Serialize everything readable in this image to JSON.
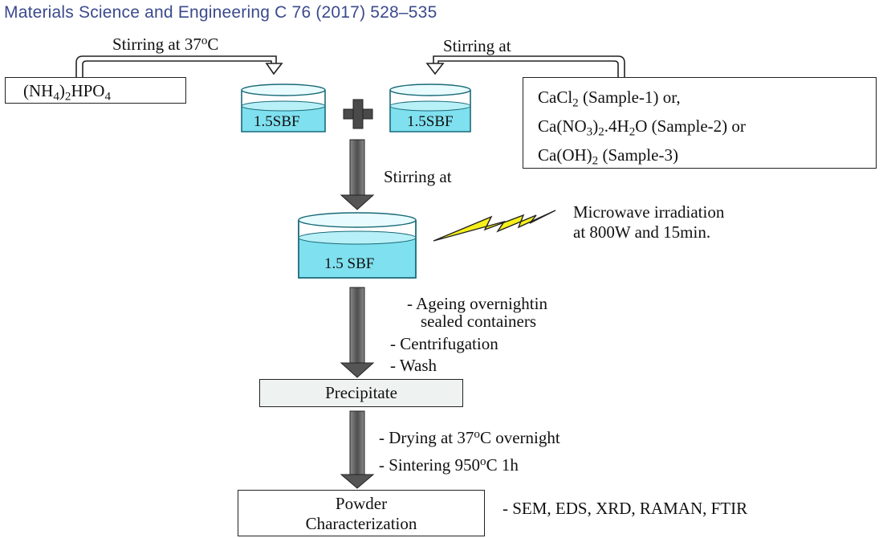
{
  "journal_ref": "Materials Science and Engineering C 76 (2017) 528–535",
  "reagent_left": {
    "pre": "(NH",
    "sub1": "4",
    "mid": ")",
    "sub2": "2",
    "post": "HPO",
    "sub3": "4"
  },
  "stirring_top_left": {
    "pre": "Stirring at 37",
    "sup": "o",
    "post": "C"
  },
  "stirring_top_right": "Stirring at",
  "beaker_small_label": "1.5SBF",
  "beaker_large_label": "1.5 SBF",
  "calcium_sources": [
    {
      "pre": "CaCl",
      "sub": "2",
      "post": " (Sample-1) or,"
    },
    {
      "pre": "Ca(NO",
      "sub": "3",
      "mid": ")",
      "sub2": "2",
      "post": ".4H",
      "sub3": "2",
      "post2": "O (Sample-2) or"
    },
    {
      "pre": "Ca(OH)",
      "sub": "2",
      "post": " (Sample-3)"
    }
  ],
  "stirring_mid": "Stirring at",
  "microwave": {
    "line1": "Microwave irradiation",
    "line2": "at 800W and 15min."
  },
  "steps_a": [
    "- Ageing overnightin",
    "sealed containers",
    "- Centrifugation",
    "- Wash"
  ],
  "precipitate": "Precipitate",
  "steps_b": [
    {
      "pre": "- Drying at 37",
      "sup": "o",
      "post": "C overnight"
    },
    {
      "pre": "- Sintering 950",
      "sup": "o",
      "post": "C 1h"
    }
  ],
  "powder": {
    "line1": "Powder",
    "line2": "Characterization"
  },
  "techniques": "- SEM, EDS, XRD, RAMAN, FTIR",
  "colors": {
    "journal": "#3b4a8c",
    "liquid": "#7fe0ef",
    "arrow": "#555555",
    "bolt": "#f5f01c"
  }
}
